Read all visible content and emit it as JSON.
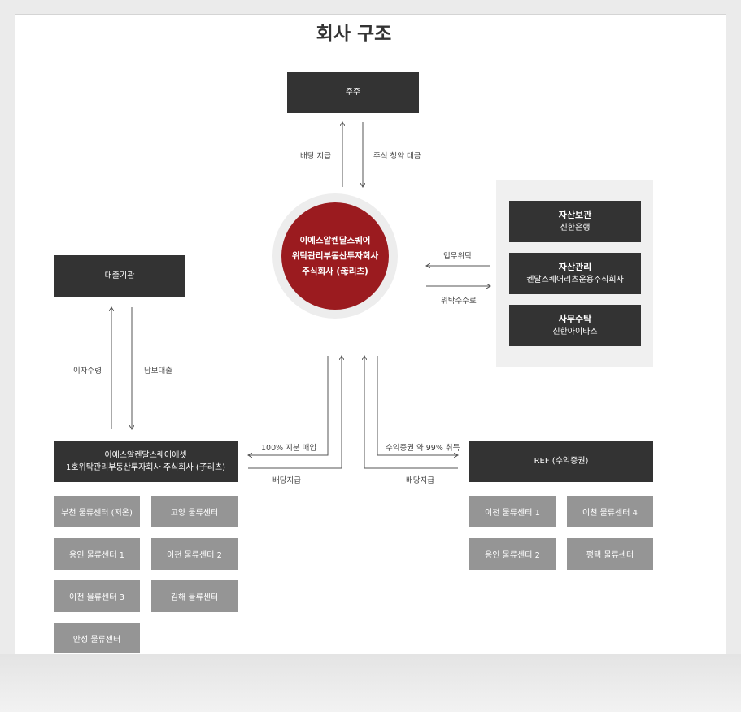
{
  "title": "회사 구조",
  "shareholders": {
    "label": "주주"
  },
  "reit": {
    "line1": "이에스알켄달스퀘어",
    "line2": "위탁관리부동산투자회사",
    "line3": "주식회사 (母리츠)"
  },
  "labels": {
    "dividend_pay": "배당 지급",
    "stock_subscription": "주식 청약 대금",
    "business_entrust": "업무위탁",
    "entrust_fee": "위탁수수료",
    "interest_pay": "이자수령",
    "secured_loan": "담보대출",
    "equity_purchase": "100% 지분 매입",
    "dividend_left": "배당지급",
    "certificate_acquire": "수익증권 약 99% 취득",
    "dividend_right": "배당지급"
  },
  "service_boxes": [
    {
      "title": "자산보관",
      "sub": "신한은행"
    },
    {
      "title": "자산관리",
      "sub": "켄달스퀘어리츠운용주식회사"
    },
    {
      "title": "사무수탁",
      "sub": "신한아이타스"
    }
  ],
  "lender": {
    "label": "대출기관"
  },
  "sub_reit": {
    "line1": "이에스알켄달스퀘어에셋",
    "line2": "1호위탁관리부동산투자회사 주식회사 (子리츠)"
  },
  "ref": {
    "label": "REF (수익증권)"
  },
  "left_centers": [
    "부천 물류센터 (저온)",
    "고양 물류센터",
    "용인 물류센터 1",
    "이천 물류센터 2",
    "이천 물류센터 3",
    "김해 물류센터",
    "안성 물류센터"
  ],
  "right_centers": [
    "이천 물류센터 1",
    "이천 물류센터 4",
    "용인 물류센터 2",
    "평택 물류센터"
  ]
}
